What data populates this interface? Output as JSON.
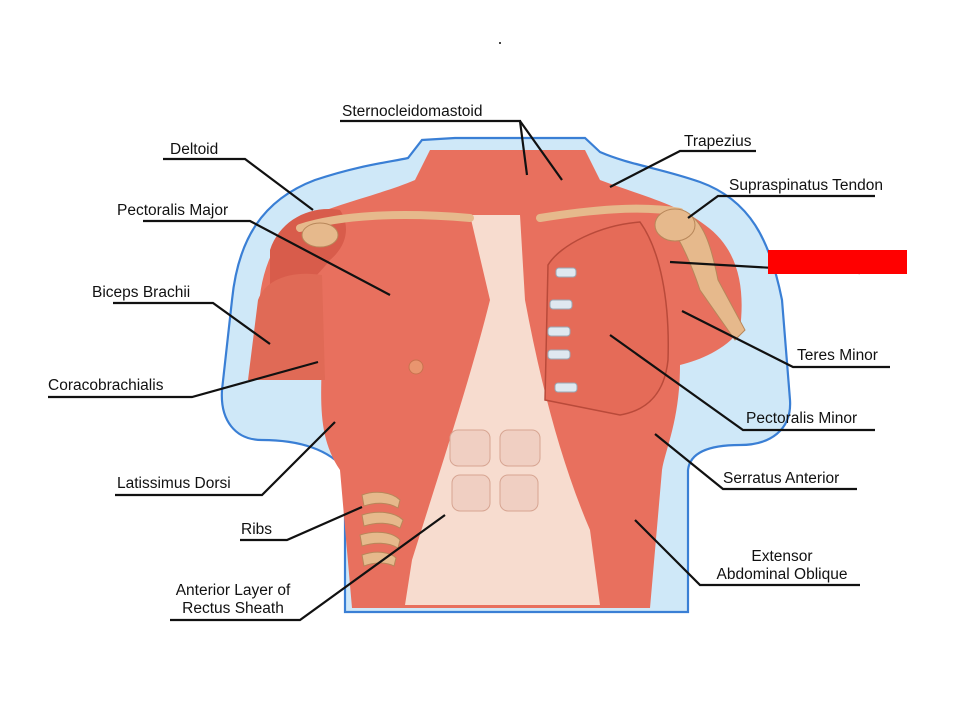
{
  "colors": {
    "skin_outline": "#3a7fd5",
    "skin_fill": "#cfe8f8",
    "muscle": "#e8705e",
    "muscle_dark": "#c9473a",
    "tendon": "#f7dccf",
    "bone": "#e6b98c",
    "label_line": "#111111",
    "redaction": "#ff0000"
  },
  "labels": {
    "sternocleidomastoid": "Sternocleidomastoid",
    "trapezius": "Trapezius",
    "deltoid": "Deltoid",
    "supraspinatus_tendon": "Supraspinatus Tendon",
    "pectoralis_major": "Pectoralis Major",
    "biceps_brachii": "Biceps Brachii",
    "teres_minor": "Teres Minor",
    "coracobrachialis": "Coracobrachialis",
    "pectoralis_minor": "Pectoralis Minor",
    "latissimus_dorsi": "Latissimus Dorsi",
    "serratus_anterior": "Serratus Anterior",
    "ribs": "Ribs",
    "anterior_layer_line1": "Anterior Layer of",
    "anterior_layer_line2": "Rectus Sheath",
    "extensor_line1": "Extensor",
    "extensor_line2": "Abdominal Oblique"
  },
  "redacted_label": {
    "count": 1,
    "description_visible": false
  }
}
